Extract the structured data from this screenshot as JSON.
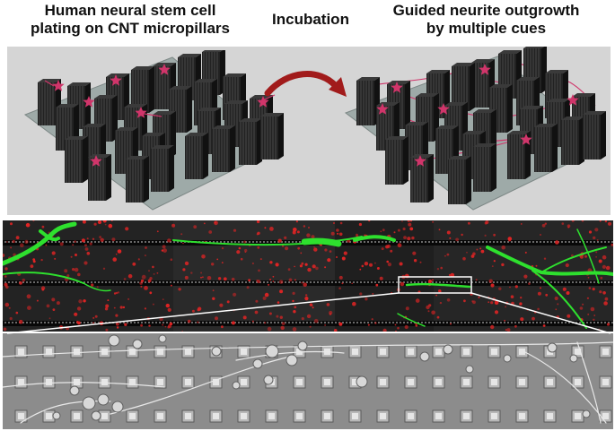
{
  "captions": {
    "left_line1": "Human neural stem cell",
    "left_line2": "plating on CNT micropillars",
    "middle": "Incubation",
    "right_line1": "Guided neurite outgrowth",
    "right_line2": "by multiple cues"
  },
  "colors": {
    "band": "#d5d5d5",
    "slab": "#9eaaa8",
    "pillar": "#222222",
    "cell": "#d0356a",
    "arrow": "#a11b1b",
    "fluor_green": "#2ee02e",
    "fluor_red": "#e02424",
    "sem": "#8a8a8a"
  }
}
